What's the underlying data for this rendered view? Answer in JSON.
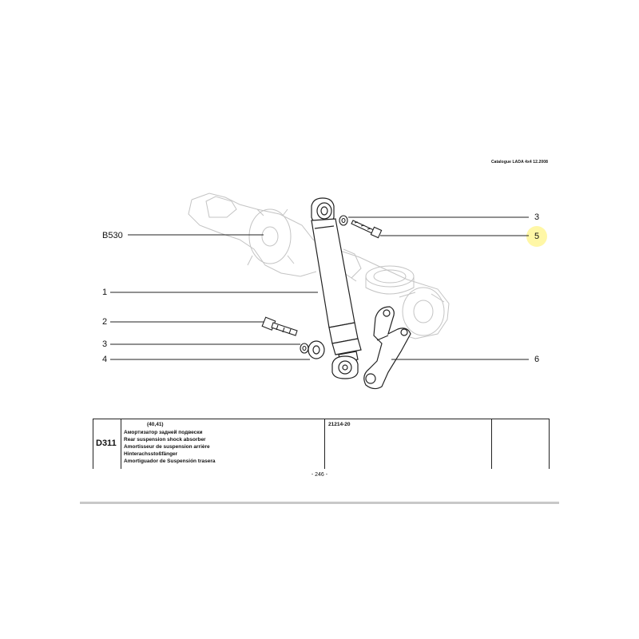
{
  "header": {
    "catalogue": "Catalogue LADA 4x4 12.2008"
  },
  "callouts": {
    "b530": "B530",
    "c1": "1",
    "c2": "2",
    "c3_left": "3",
    "c4": "4",
    "c3_right": "3",
    "c5": "5",
    "c6": "6"
  },
  "table": {
    "code": "D311",
    "ref": "(40,41)",
    "descriptions": [
      "Амортизатор задней подвески",
      "Rear suspension shock absorber",
      "Amortisseur de suspension arrière",
      "Hinterachsstoßfänger",
      "Amortiguador de Suspensión trasera"
    ],
    "model": "21214-20"
  },
  "footer": {
    "page": "- 246 -"
  },
  "colors": {
    "highlight": "#fff7a6",
    "line": "#222222",
    "divider": "#c8c8c8"
  }
}
